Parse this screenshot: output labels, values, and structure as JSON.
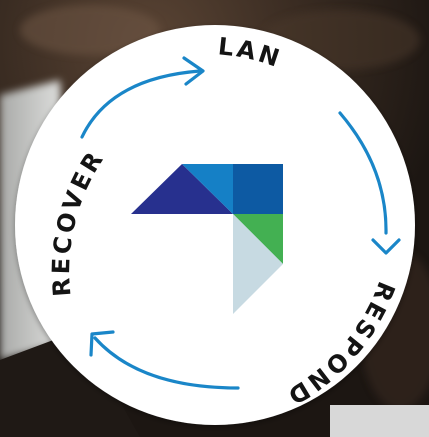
{
  "stages": {
    "plan": "PLAN",
    "respond": "RESPOND",
    "recover": "RECOVER"
  },
  "colors": {
    "arrow": "#1a86c8",
    "text": "#141414",
    "circle": "#ffffff",
    "logo_navy": "#27308e",
    "logo_blue": "#1580c6",
    "logo_dark_blue": "#0d5aa3",
    "logo_green": "#43b052",
    "logo_pale": "#c7dae2"
  },
  "icons": {
    "logo": "abstract-corner-logo-icon",
    "arrows": "cycle-arrow-icon"
  }
}
